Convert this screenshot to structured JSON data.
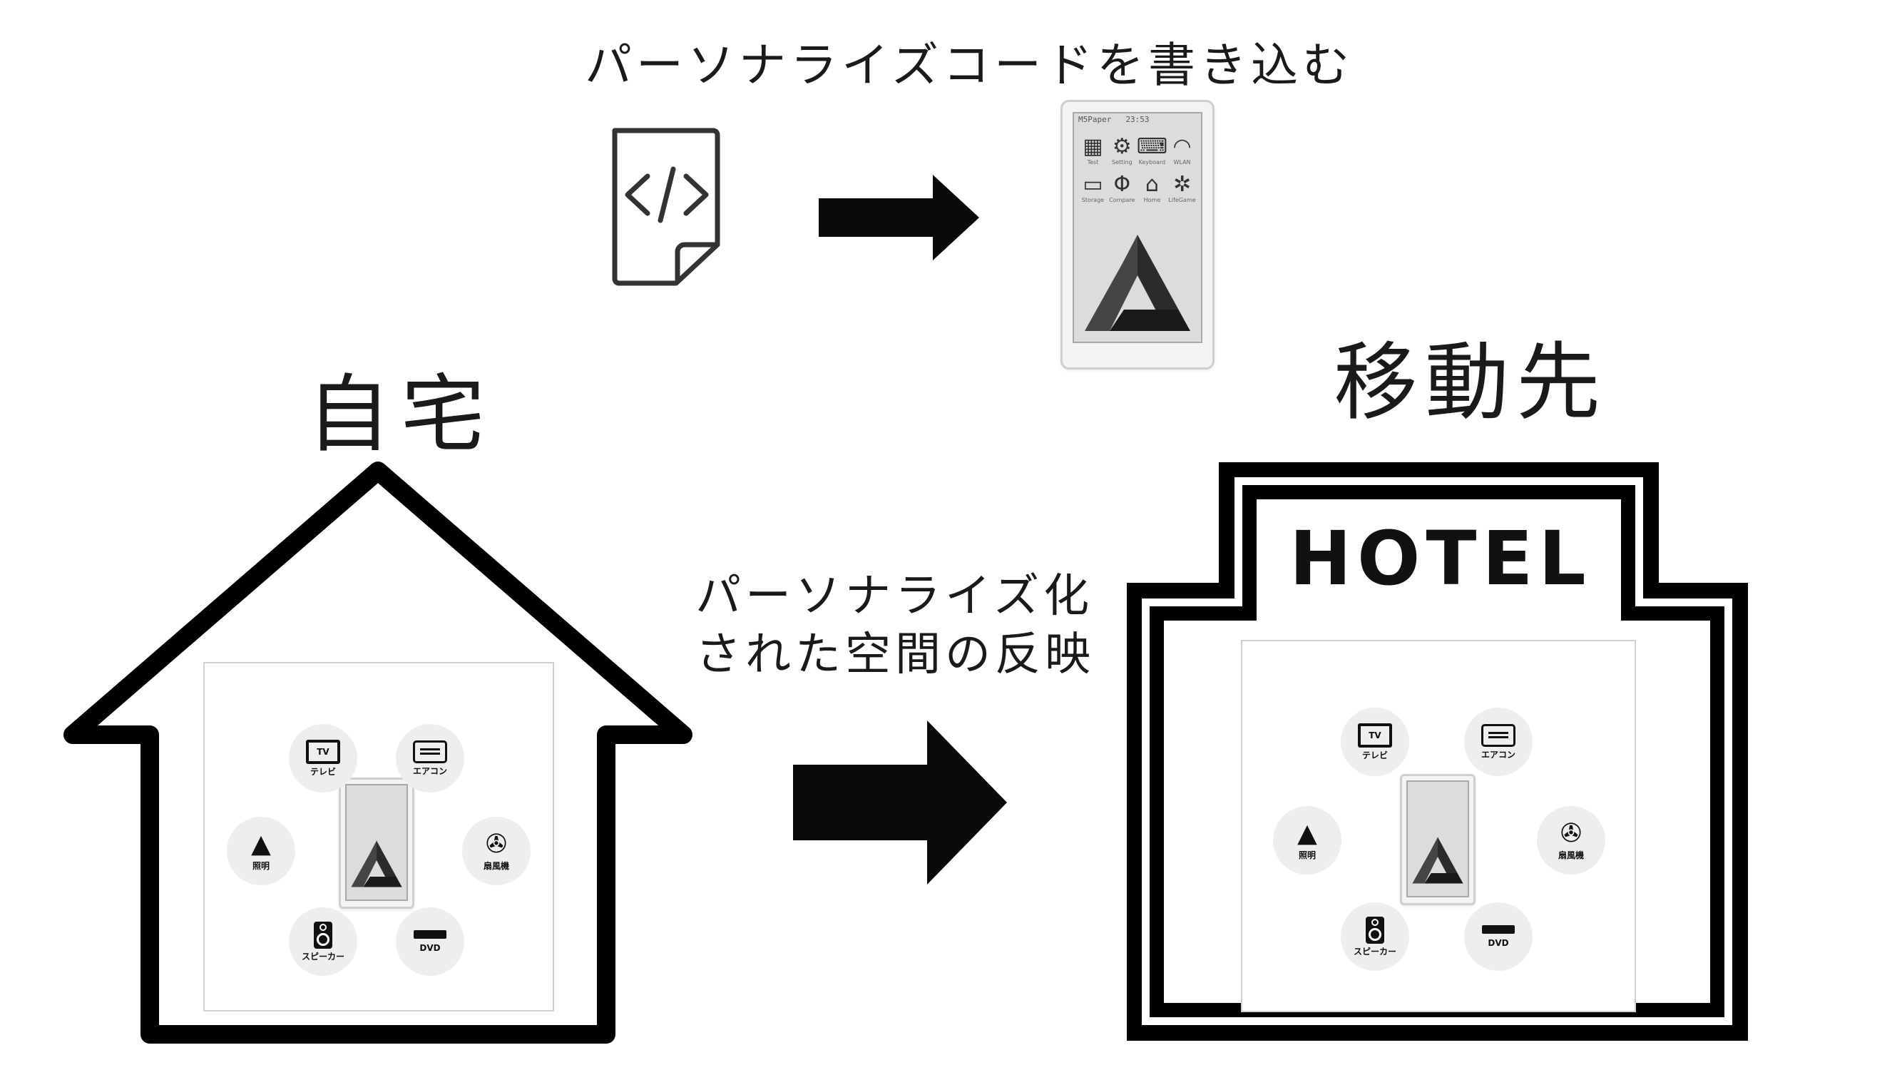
{
  "captions": {
    "write_code": "パーソナライズコードを書き込む",
    "home": "自宅",
    "destination": "移動先",
    "reflect_line1": "パーソナライズ化",
    "reflect_line2": "された空間の反映",
    "hotel_sign": "HOTEL"
  },
  "device": {
    "status_left": "M5Paper",
    "status_time": "23:53",
    "apps": [
      {
        "icon": "test-icon",
        "glyph": "▦",
        "label": "Test"
      },
      {
        "icon": "setting-icon",
        "glyph": "⚙",
        "label": "Setting"
      },
      {
        "icon": "keyboard-icon",
        "glyph": "⌨",
        "label": "Keyboard"
      },
      {
        "icon": "wifi-icon",
        "glyph": "◠",
        "label": "WLAN"
      },
      {
        "icon": "storage-icon",
        "glyph": "▭",
        "label": "Storage"
      },
      {
        "icon": "compare-icon",
        "glyph": "Φ",
        "label": "Compare"
      },
      {
        "icon": "home-icon",
        "glyph": "⌂",
        "label": "Home"
      },
      {
        "icon": "lifegame-icon",
        "glyph": "✲",
        "label": "LifeGame"
      }
    ]
  },
  "appliances": {
    "tv": "テレビ",
    "tv_badge": "TV",
    "aircon": "エアコン",
    "light": "照明",
    "fan": "扇風機",
    "speaker": "スピーカー",
    "dvd": "DVD"
  }
}
